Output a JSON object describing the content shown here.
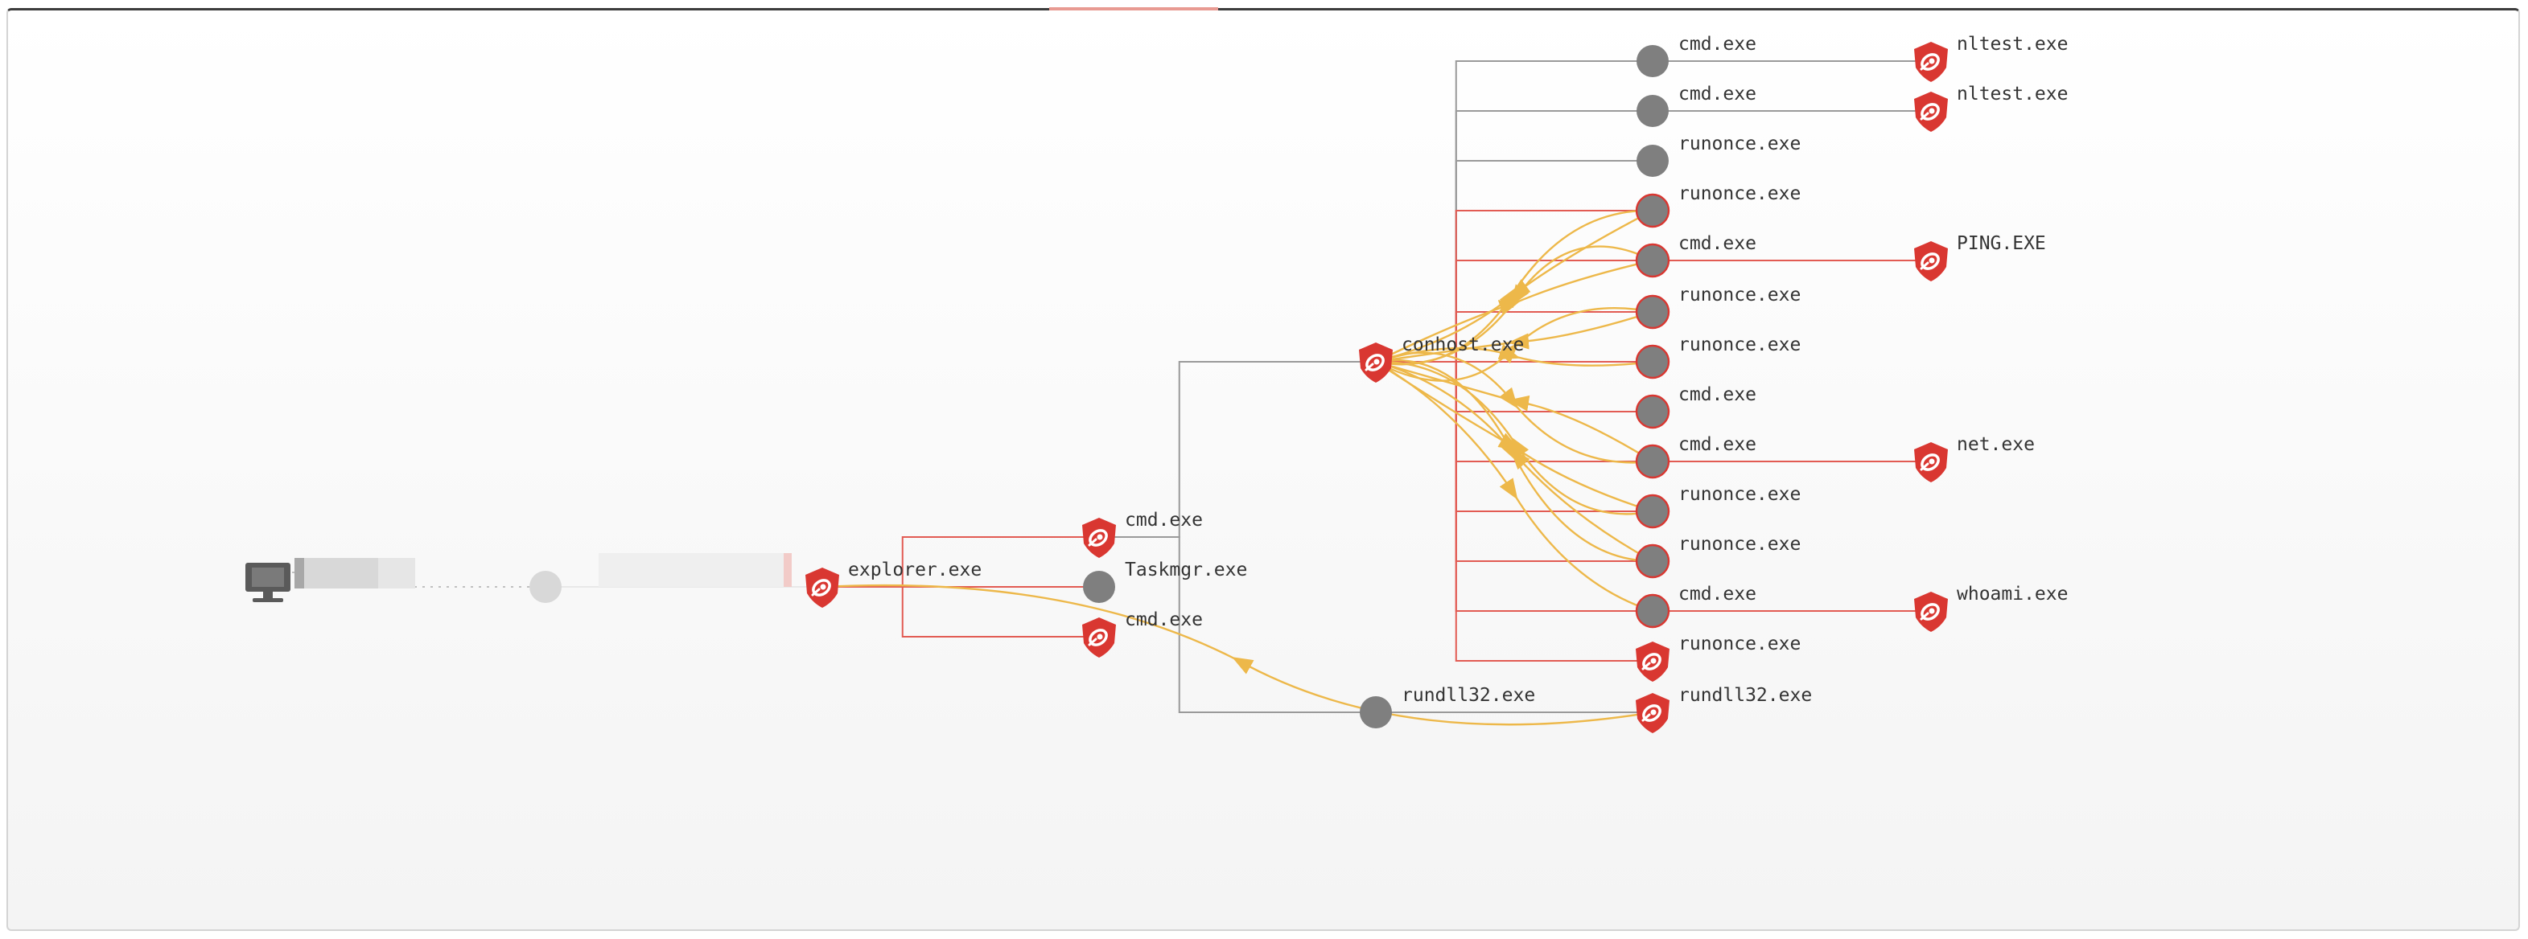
{
  "colors": {
    "edge_plain": "#9a9a9a",
    "edge_alert": "#e25b53",
    "injection_arrow": "#edb84a",
    "node_process": "#7f7f7f",
    "node_alert": "#d93731",
    "node_faded": "#d8d8d8"
  },
  "nodes": [
    {
      "id": "host",
      "label": "",
      "kind": "host-icon"
    },
    {
      "id": "user",
      "label": "",
      "kind": "faded"
    },
    {
      "id": "explorer",
      "label": "explorer.exe",
      "kind": "alert"
    },
    {
      "id": "cmd1",
      "label": "cmd.exe",
      "kind": "alert"
    },
    {
      "id": "taskmgr",
      "label": "Taskmgr.exe",
      "kind": "process"
    },
    {
      "id": "cmd2",
      "label": "cmd.exe",
      "kind": "alert"
    },
    {
      "id": "conhost",
      "label": "conhost.exe",
      "kind": "alert"
    },
    {
      "id": "rundll_a",
      "label": "rundll32.exe",
      "kind": "process"
    },
    {
      "id": "c_cmd1",
      "label": "cmd.exe",
      "kind": "process"
    },
    {
      "id": "c_cmd2",
      "label": "cmd.exe",
      "kind": "process"
    },
    {
      "id": "c_run1",
      "label": "runonce.exe",
      "kind": "process"
    },
    {
      "id": "c_run2",
      "label": "runonce.exe",
      "kind": "process-hit"
    },
    {
      "id": "c_cmd3",
      "label": "cmd.exe",
      "kind": "process-hit"
    },
    {
      "id": "c_run3",
      "label": "runonce.exe",
      "kind": "process-hit"
    },
    {
      "id": "c_run4",
      "label": "runonce.exe",
      "kind": "process-hit"
    },
    {
      "id": "c_cmd4",
      "label": "cmd.exe",
      "kind": "process-hit"
    },
    {
      "id": "c_cmd5",
      "label": "cmd.exe",
      "kind": "process-hit"
    },
    {
      "id": "c_run5",
      "label": "runonce.exe",
      "kind": "process-hit"
    },
    {
      "id": "c_run6",
      "label": "runonce.exe",
      "kind": "process-hit"
    },
    {
      "id": "c_cmd6",
      "label": "cmd.exe",
      "kind": "process-hit"
    },
    {
      "id": "c_run7",
      "label": "runonce.exe",
      "kind": "alert"
    },
    {
      "id": "rundll_b",
      "label": "rundll32.exe",
      "kind": "alert"
    },
    {
      "id": "nltest1",
      "label": "nltest.exe",
      "kind": "alert"
    },
    {
      "id": "nltest2",
      "label": "nltest.exe",
      "kind": "alert"
    },
    {
      "id": "ping",
      "label": "PING.EXE",
      "kind": "alert"
    },
    {
      "id": "net",
      "label": "net.exe",
      "kind": "alert"
    },
    {
      "id": "whoami",
      "label": "whoami.exe",
      "kind": "alert"
    }
  ],
  "edges": [
    {
      "from": "host",
      "to": "user",
      "style": "dotted"
    },
    {
      "from": "user",
      "to": "explorer",
      "style": "faded"
    },
    {
      "from": "explorer",
      "to": "cmd1",
      "style": "alert"
    },
    {
      "from": "explorer",
      "to": "taskmgr",
      "style": "alert"
    },
    {
      "from": "explorer",
      "to": "cmd2",
      "style": "alert"
    },
    {
      "from": "cmd1",
      "to": "conhost",
      "style": "plain"
    },
    {
      "from": "cmd1",
      "to": "rundll_a",
      "style": "plain"
    },
    {
      "from": "conhost",
      "to": "c_cmd1",
      "style": "plain"
    },
    {
      "from": "conhost",
      "to": "c_cmd2",
      "style": "plain"
    },
    {
      "from": "conhost",
      "to": "c_run1",
      "style": "plain"
    },
    {
      "from": "conhost",
      "to": "c_run2",
      "style": "alert"
    },
    {
      "from": "conhost",
      "to": "c_cmd3",
      "style": "alert"
    },
    {
      "from": "conhost",
      "to": "c_run3",
      "style": "alert"
    },
    {
      "from": "conhost",
      "to": "c_run4",
      "style": "alert"
    },
    {
      "from": "conhost",
      "to": "c_cmd4",
      "style": "alert"
    },
    {
      "from": "conhost",
      "to": "c_cmd5",
      "style": "alert"
    },
    {
      "from": "conhost",
      "to": "c_run5",
      "style": "alert"
    },
    {
      "from": "conhost",
      "to": "c_run6",
      "style": "alert"
    },
    {
      "from": "conhost",
      "to": "c_cmd6",
      "style": "alert"
    },
    {
      "from": "conhost",
      "to": "c_run7",
      "style": "alert"
    },
    {
      "from": "rundll_a",
      "to": "rundll_b",
      "style": "plain"
    },
    {
      "from": "c_cmd1",
      "to": "nltest1",
      "style": "plain"
    },
    {
      "from": "c_cmd2",
      "to": "nltest2",
      "style": "plain"
    },
    {
      "from": "c_cmd3",
      "to": "ping",
      "style": "alert"
    },
    {
      "from": "c_cmd5",
      "to": "net",
      "style": "alert"
    },
    {
      "from": "c_cmd6",
      "to": "whoami",
      "style": "alert"
    }
  ],
  "injections": [
    {
      "from": "conhost",
      "to": "c_run2"
    },
    {
      "from": "conhost",
      "to": "c_cmd3"
    },
    {
      "from": "conhost",
      "to": "c_run3"
    },
    {
      "from": "conhost",
      "to": "c_run4"
    },
    {
      "from": "c_run2",
      "to": "conhost"
    },
    {
      "from": "c_cmd3",
      "to": "conhost"
    },
    {
      "from": "c_run3",
      "to": "conhost"
    },
    {
      "from": "conhost",
      "to": "c_cmd5"
    },
    {
      "from": "conhost",
      "to": "c_run5"
    },
    {
      "from": "conhost",
      "to": "c_run6"
    },
    {
      "from": "conhost",
      "to": "c_cmd6"
    },
    {
      "from": "c_cmd5",
      "to": "conhost"
    },
    {
      "from": "c_run5",
      "to": "conhost"
    },
    {
      "from": "c_run6",
      "to": "conhost"
    },
    {
      "from": "rundll_b",
      "to": "explorer"
    }
  ]
}
